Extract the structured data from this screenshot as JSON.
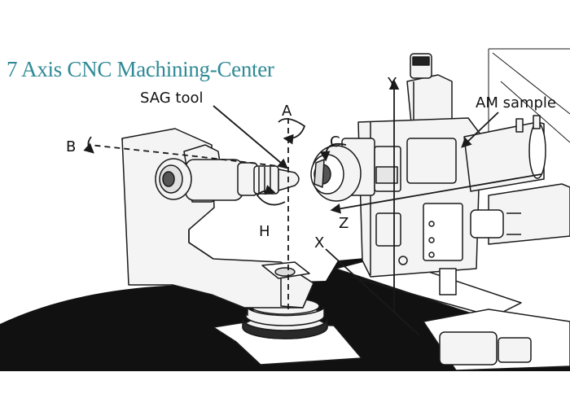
{
  "title": "7 Axis CNC Machining-Center",
  "labels": {
    "sag_tool": "SAG tool",
    "am_sample": "AM sample",
    "axis_a": "A",
    "axis_b": "B",
    "axis_c": "C",
    "axis_h": "H",
    "axis_x": "X",
    "axis_y": "Y",
    "axis_z": "Z"
  },
  "colors": {
    "title": "#2f8a96",
    "line": "#1a1a1a",
    "machine_fill": "#f4f4f4",
    "base": "#111111"
  }
}
